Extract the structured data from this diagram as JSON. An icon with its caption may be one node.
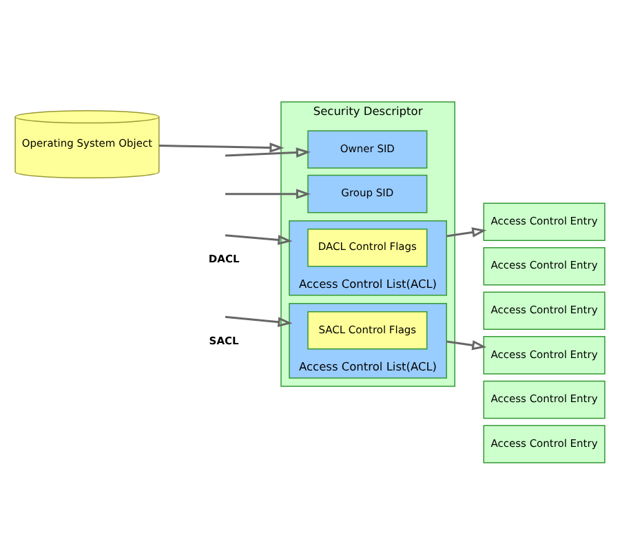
{
  "diagram": {
    "nodes": [
      {
        "text": [
          "Operating System Object"
        ]
      },
      {
        "text": [
          "Security Descriptor"
        ]
      },
      {
        "text": [
          "Owner SID"
        ],
        "in": 1
      },
      {
        "text": [
          "Group SID"
        ],
        "in": 1
      },
      {
        "text": [
          "Access Control List(ACL)"
        ],
        "in": 1
      },
      {
        "text": [
          "DACL Control Flags"
        ],
        "in": 4
      },
      {
        "text": [
          "Access Control List(ACL)"
        ],
        "in": 1
      },
      {
        "text": [
          "SACL Control Flags"
        ],
        "in": 6
      },
      {
        "text": [
          "Access Control Entry"
        ]
      },
      {
        "text": [
          "Access Control Entry"
        ]
      },
      {
        "text": [
          "Access Control Entry"
        ]
      },
      {
        "text": [
          "Access Control Entry"
        ]
      },
      {
        "text": [
          "Access Control Entry"
        ]
      },
      {
        "text": [
          "Access Control Entry"
        ]
      }
    ],
    "edges": [
      {
        "from": 0,
        "to": 1,
        "arrow": "to"
      },
      {
        "from": null,
        "to": 2,
        "arrow": "to"
      },
      {
        "from": null,
        "to": 3,
        "arrow": "to"
      },
      {
        "from": null,
        "to": 4,
        "arrow": "to"
      },
      {
        "from": null,
        "to": 6,
        "arrow": "to"
      },
      {
        "from": 4,
        "to": 8,
        "arrow": "to"
      },
      {
        "from": 6,
        "to": 11,
        "arrow": "to"
      }
    ],
    "labels": [
      "DACL",
      "SACL"
    ]
  }
}
